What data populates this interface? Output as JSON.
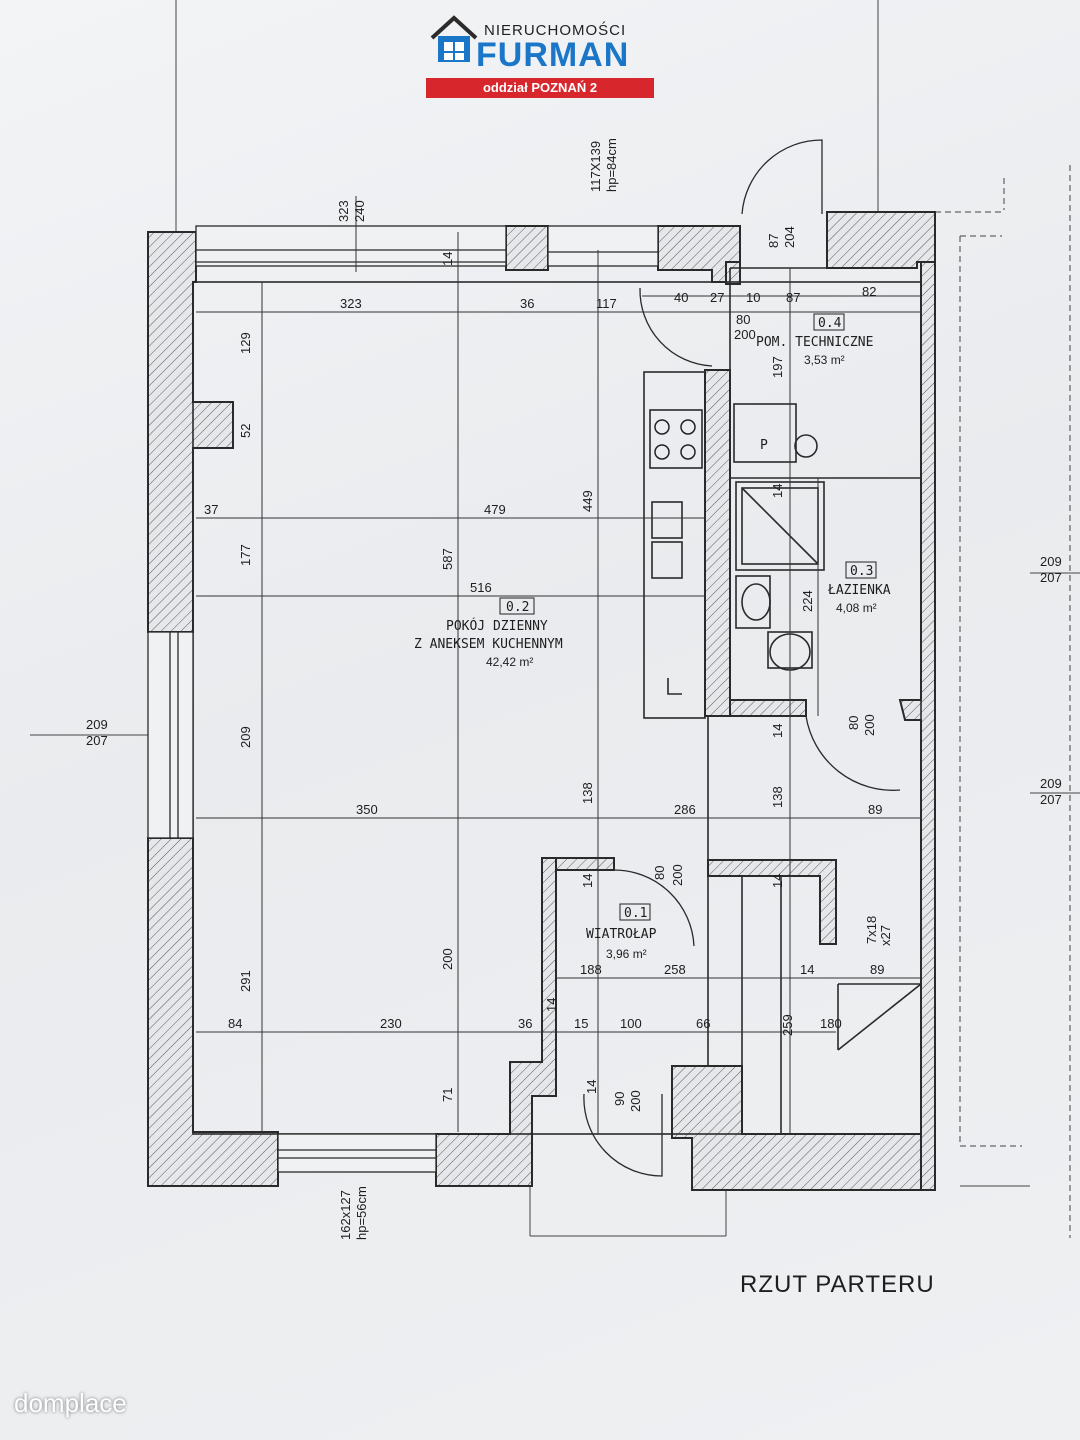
{
  "brand": {
    "top": "NIERUCHOMOŚCI",
    "main": "FURMAN",
    "sub": "oddział POZNAŃ 2"
  },
  "watermark": "domplace",
  "title": "RZUT PARTERU",
  "rooms": {
    "r04": {
      "num": "0.4",
      "name": "POM. TECHNICZNE",
      "area": "3,53 m²"
    },
    "r03": {
      "num": "0.3",
      "name": "ŁAZIENKA",
      "area": "4,08 m²"
    },
    "r02": {
      "num": "0.2",
      "name1": "POKÓJ DZIENNY",
      "name2": "Z ANEKSEM KUCHENNYM",
      "area": "42,42 m²"
    },
    "r01": {
      "num": "0.1",
      "name": "WIATROŁAP",
      "area": "3,96 m²"
    }
  },
  "windows": {
    "top": [
      "117X139",
      "hp=84cm"
    ],
    "bottom": [
      "162x127",
      "hp=56cm"
    ],
    "top_left": [
      "323",
      "240"
    ]
  },
  "stair": [
    "7x18",
    "x27"
  ],
  "side_marks": {
    "left": [
      "209",
      "207"
    ],
    "right_a": [
      "209",
      "207"
    ],
    "right_b": [
      "209",
      "207"
    ]
  },
  "dims_horizontal": {
    "row1": [
      "323",
      "36",
      "117",
      "40",
      "27",
      "10",
      "87",
      "82"
    ],
    "row2": [
      "37",
      "479"
    ],
    "row3": [
      "516"
    ],
    "row4": [
      "350",
      "286",
      "89"
    ],
    "row5": [
      "188",
      "258",
      "14",
      "89"
    ],
    "row6": [
      "84",
      "230",
      "36",
      "15",
      "100",
      "66",
      "180"
    ]
  },
  "dims_vertical": {
    "left": [
      "129",
      "52",
      "177",
      "209",
      "291"
    ],
    "mid": [
      "587",
      "449",
      "138",
      "200",
      "71"
    ],
    "right": [
      "197",
      "224",
      "14",
      "138",
      "14",
      "14",
      "259",
      "14"
    ],
    "door_top": [
      "87",
      "204"
    ],
    "door_04": [
      "80",
      "200"
    ],
    "door_03": [
      "80",
      "200"
    ],
    "door_01": [
      "80",
      "200"
    ],
    "door_ent": [
      "90",
      "200"
    ],
    "misc": [
      "14",
      "14",
      "14"
    ]
  },
  "labels": {
    "p": "P"
  }
}
